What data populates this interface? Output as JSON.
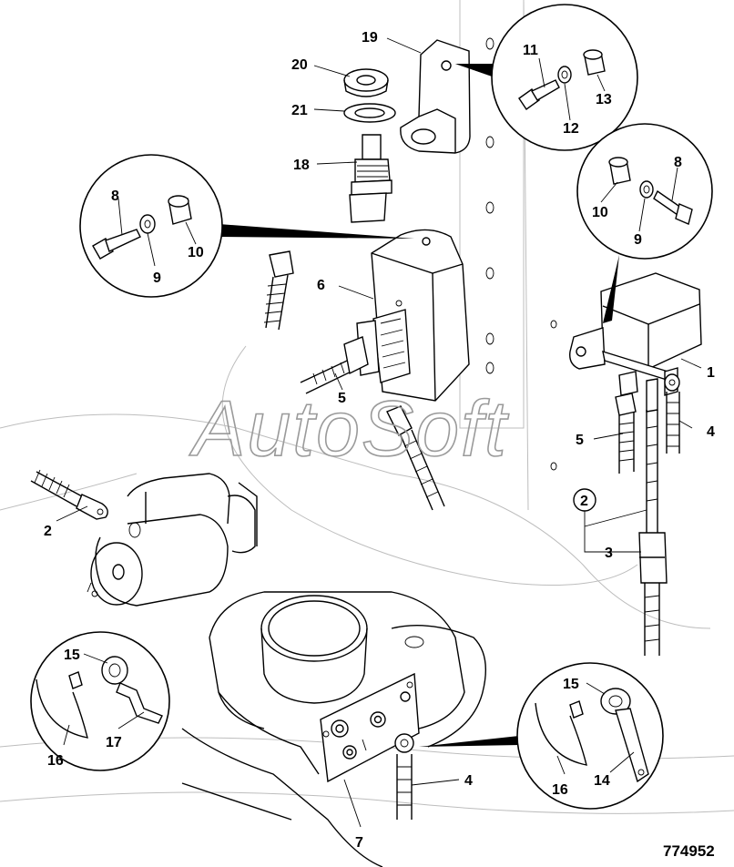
{
  "watermark": "AutoSoft",
  "drawing_number": "774952",
  "labels": {
    "l1": "1",
    "l2a": "2",
    "l2b": "2",
    "l3": "3",
    "l4a": "4",
    "l4b": "4",
    "l5a": "5",
    "l5b": "5",
    "l6": "6",
    "l7": "7",
    "l8a": "8",
    "l8b": "8",
    "l9a": "9",
    "l9b": "9",
    "l10a": "10",
    "l10b": "10",
    "l11": "11",
    "l12": "12",
    "l13": "13",
    "l14": "14",
    "l15a": "15",
    "l15b": "15",
    "l16a": "16",
    "l16b": "16",
    "l17": "17",
    "l18": "18",
    "l19": "19",
    "l20": "20",
    "l21": "21"
  }
}
